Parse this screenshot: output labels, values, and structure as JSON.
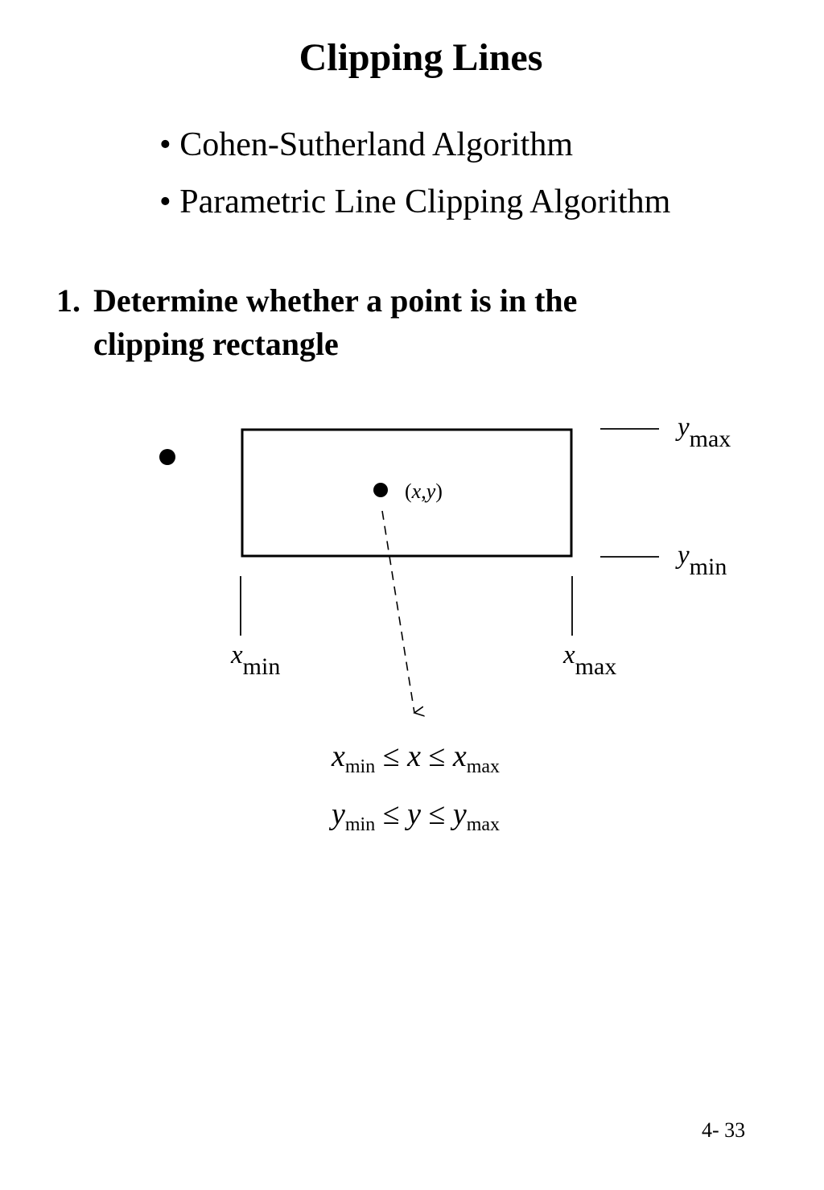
{
  "slide": {
    "title": "Clipping Lines",
    "bullets": [
      "• Cohen-Sutherland Algorithm",
      "• Parametric Line Clipping Algorithm"
    ],
    "step": {
      "number": "1.",
      "line1": "Determine whether a point is in the",
      "line2": "clipping rectangle"
    },
    "page_number": "4- 33"
  },
  "diagram": {
    "point_label": {
      "open": "(",
      "x": "x",
      "comma": ",",
      "y": "y",
      "close": ")"
    },
    "y_max": {
      "var": "y",
      "sub": "max"
    },
    "y_min": {
      "var": "y",
      "sub": "min"
    },
    "x_min": {
      "var": "x",
      "sub": "min"
    },
    "x_max": {
      "var": "x",
      "sub": "max"
    }
  },
  "inequalities": {
    "x": {
      "left_var": "x",
      "left_sub": "min",
      "op1": "≤",
      "mid": "x",
      "op2": "≤",
      "right_var": "x",
      "right_sub": "max"
    },
    "y": {
      "left_var": "y",
      "left_sub": "min",
      "op1": "≤",
      "mid": "y",
      "op2": "≤",
      "right_var": "y",
      "right_sub": "max"
    }
  }
}
